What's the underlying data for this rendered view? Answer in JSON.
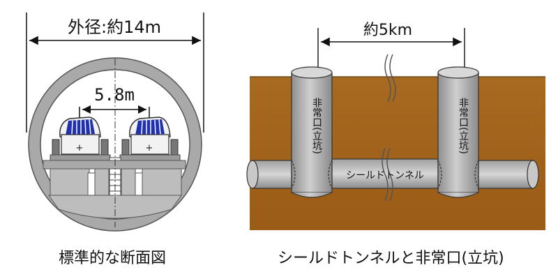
{
  "cross_section": {
    "outer_diameter_label": "外径:約14m",
    "track_gauge_label": "5.8m",
    "caption": "標準的な断面図",
    "center_mark": "+"
  },
  "shield_tunnel": {
    "distance_label": "約5km",
    "tunnel_label": "シールドトンネル",
    "shaft_label_1": "非常口(立坑)",
    "shaft_label_2": "非常口(立坑)",
    "caption": "シールドトンネルと非常口(立坑)"
  },
  "colors": {
    "soil": "#a0641c",
    "ground_surface": "#c8e0a0",
    "tunnel_fill": "#a9a9a9",
    "tunnel_body": "#d0d0d0",
    "train_blue": "#2030b0"
  }
}
